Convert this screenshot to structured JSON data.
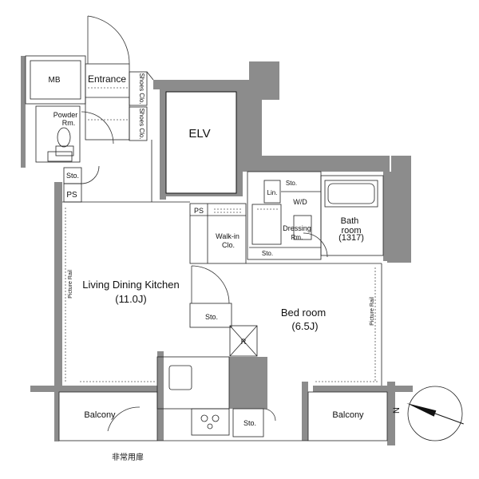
{
  "rooms": {
    "mb": "MB",
    "entrance": "Entrance",
    "shoes_clo_1": "Shoes Clo.",
    "shoes_clo_2": "Shoes Clo.",
    "powder_rm_line1": "Powder",
    "powder_rm_line2": "Rm.",
    "sto_small": "Sto.",
    "ps_left": "PS",
    "elv": "ELV",
    "ps_center": "PS",
    "lin": "Lin.",
    "sto_wd": "Sto.",
    "wd": "W/D",
    "bath_line1": "Bath",
    "bath_line2": "room",
    "bath_size": "(1317)",
    "walkin_line1": "Walk-in",
    "walkin_line2": "Clo.",
    "dressing_line1": "Dressing",
    "dressing_line2": "Rm.",
    "sto_dressing": "Sto.",
    "ldk_name": "Living Dining Kitchen",
    "ldk_size": "(11.0J)",
    "sto_ldk": "Sto.",
    "r_mark": "R",
    "bed_name": "Bed room",
    "bed_size": "(6.5J)",
    "picture_rail_left": "Picture Rail",
    "picture_rail_right": "Picture Rail",
    "balcony_left": "Balcony",
    "balcony_right": "Balcony",
    "sto_kitchen": "Sto.",
    "emergency_door": "非常用扉"
  },
  "compass": {
    "north_label": "N"
  }
}
